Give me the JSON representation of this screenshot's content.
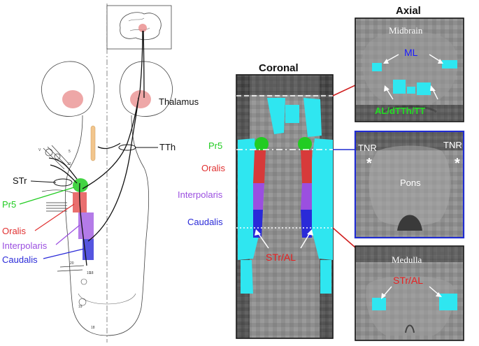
{
  "labels": {
    "thalamus": "Thalamus",
    "tth": "TTh",
    "str": "STr",
    "pr5": "Pr5",
    "oralis": "Oralis",
    "interpolaris": "Interpolaris",
    "caudalis": "Caudalis"
  },
  "coronal": {
    "title": "Coronal",
    "pr5": "Pr5",
    "oralis": "Oralis",
    "interpolaris": "Interpolaris",
    "caudalis": "Caudalis",
    "str_al": "STr/AL"
  },
  "axial": {
    "title": "Axial",
    "midbrain": {
      "title": "Midbrain",
      "ml": "ML",
      "tracts": "AL/dTTh/TT"
    },
    "pons": {
      "tnr_left": "TNR",
      "tnr_right": "TNR",
      "asterisk": "*",
      "label": "Pons"
    },
    "medulla": {
      "title": "Medulla",
      "str_al": "STr/AL"
    }
  },
  "colors": {
    "pr5": "#22cc22",
    "oralis": "#e03030",
    "interpolaris": "#9b4fe0",
    "caudalis": "#2a2ad8",
    "ml": "#1a1aff",
    "cyan": "#2fe6f0",
    "thalamus": "#e88a8a",
    "frame_blue": "#1f2bd0",
    "frame_red": "#d02020"
  },
  "icons": {
    "asterisk": "asterisk-icon"
  }
}
